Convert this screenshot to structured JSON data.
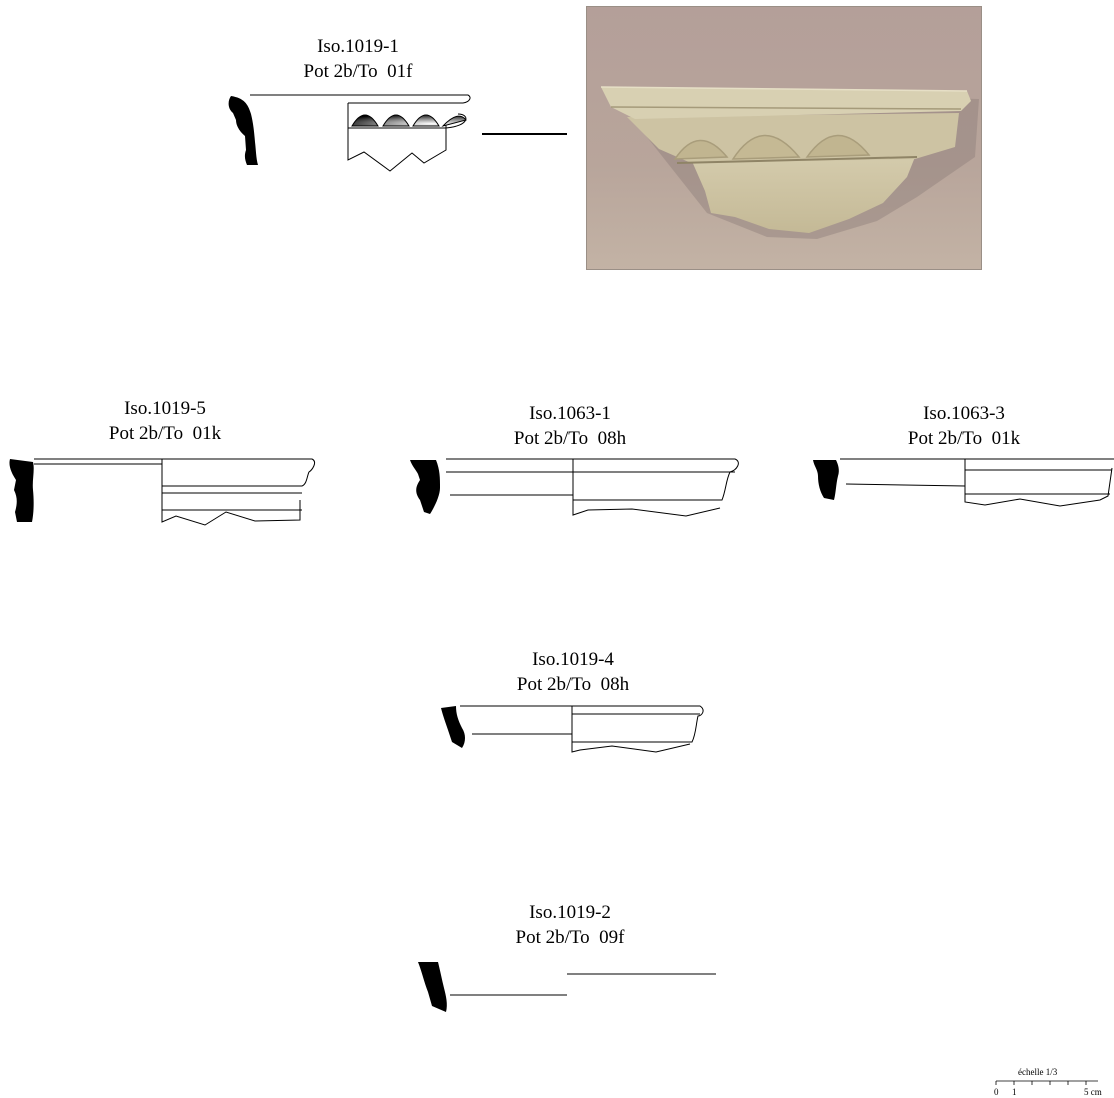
{
  "figures": [
    {
      "id": "Iso.1019-1",
      "type": "Pot 2b/To  01f"
    },
    {
      "id": "Iso.1019-5",
      "type": "Pot 2b/To  01k"
    },
    {
      "id": "Iso.1063-1",
      "type": "Pot 2b/To  08h"
    },
    {
      "id": "Iso.1063-3",
      "type": "Pot 2b/To  01k"
    },
    {
      "id": "Iso.1019-4",
      "type": "Pot 2b/To  08h"
    },
    {
      "id": "Iso.1019-2",
      "type": "Pot 2b/To  09f"
    }
  ],
  "scale": {
    "title": "échelle 1/3",
    "tick_0": "0",
    "tick_1": "1",
    "tick_5": "5 cm"
  },
  "colors": {
    "ink": "#000000",
    "photo_background": "#b7a49a",
    "sherd": "#c9bf9e"
  }
}
